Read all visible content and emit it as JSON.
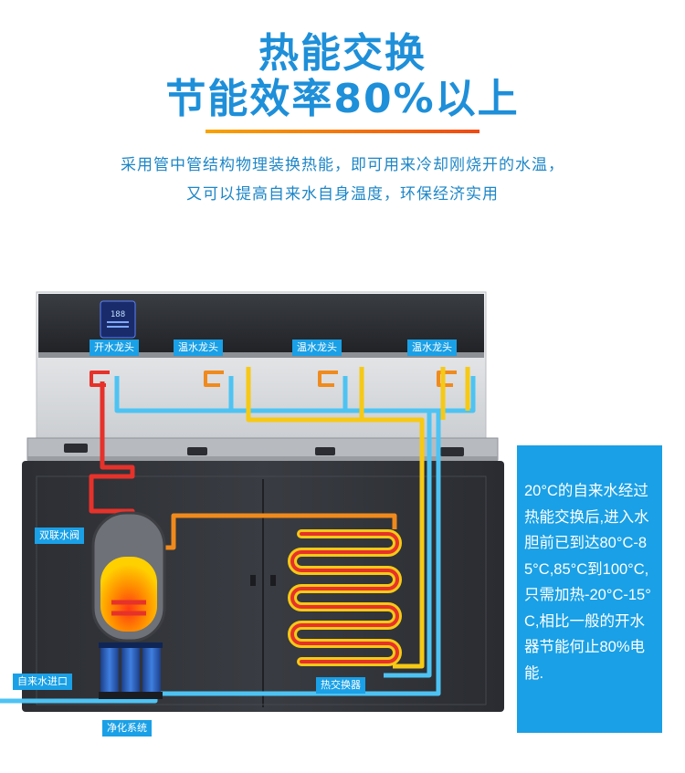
{
  "heading": {
    "line1": "热能交换",
    "line2": "节能效率80%以上"
  },
  "description": {
    "line1": "采用管中管结构物理装换热能，即可用来冷却刚烧开的水温，",
    "line2": "又可以提高自来水自身温度，环保经济实用"
  },
  "display": {
    "readout": "188"
  },
  "labels": {
    "boiling_tap": "开水龙头",
    "warm_tap_1": "温水龙头",
    "warm_tap_2": "温水龙头",
    "warm_tap_3": "温水龙头",
    "dual_valve": "双联水阀",
    "water_inlet": "自来水进口",
    "heat_exchanger": "热交换器",
    "purification": "净化系统"
  },
  "info_box": {
    "text": "20°C的自来水经过热能交换后,进入水胆前已到达80°C-85°C,85°C到100°C,只需加热-20°C-15°C,相比一般的开水器节能何止80%电能."
  },
  "colors": {
    "accent_blue": "#1aa0e6",
    "title_blue": "#1e8fd9",
    "hot_red": "#e6322a",
    "warm_orange": "#f08a1c",
    "warm_yellow": "#f6c915",
    "cold_blue": "#4dc3f3",
    "cabinet": "#2b2d32"
  }
}
